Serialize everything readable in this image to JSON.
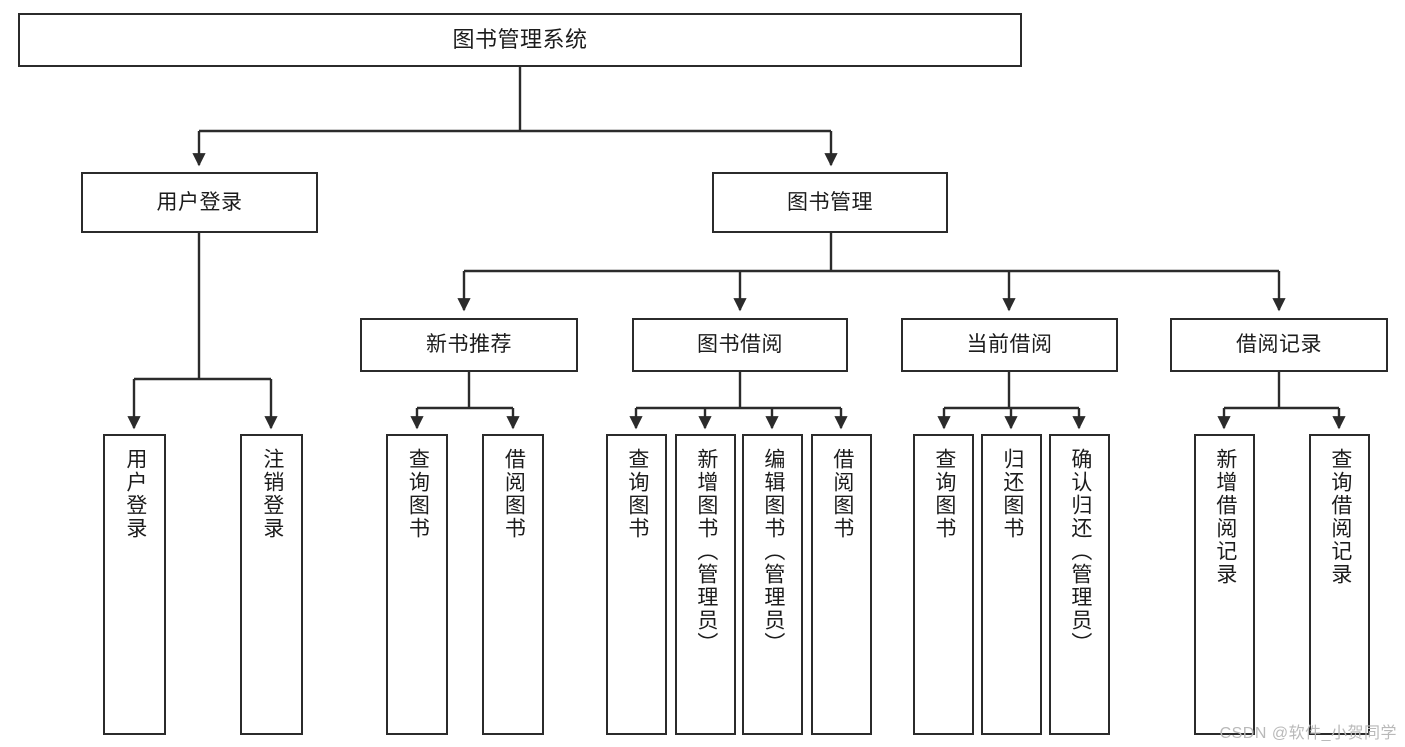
{
  "diagram": {
    "title": "图书管理系统",
    "watermark": "CSDN @软件_小贺同学",
    "type": "tree-hierarchy-diagram",
    "root": {
      "id": "root",
      "label": "图书管理系统"
    },
    "level2": [
      {
        "id": "user-login",
        "label": "用户登录"
      },
      {
        "id": "book-management",
        "label": "图书管理"
      }
    ],
    "level3": [
      {
        "id": "new-book-recommend",
        "label": "新书推荐",
        "parent": "book-management"
      },
      {
        "id": "book-borrow",
        "label": "图书借阅",
        "parent": "book-management"
      },
      {
        "id": "current-borrow",
        "label": "当前借阅",
        "parent": "book-management"
      },
      {
        "id": "borrow-record",
        "label": "借阅记录",
        "parent": "book-management"
      }
    ],
    "leaves": {
      "user_login": [
        {
          "id": "leaf-user-login",
          "label": "用户登录"
        },
        {
          "id": "leaf-user-logout",
          "label": "注销登录"
        }
      ],
      "new_book_recommend": [
        {
          "id": "leaf-query-book-1",
          "label": "查询图书"
        },
        {
          "id": "leaf-borrow-book-1",
          "label": "借阅图书"
        }
      ],
      "book_borrow": [
        {
          "id": "leaf-query-book-2",
          "label": "查询图书"
        },
        {
          "id": "leaf-add-book",
          "label": "新增图书（管理员）"
        },
        {
          "id": "leaf-edit-book",
          "label": "编辑图书（管理员）"
        },
        {
          "id": "leaf-borrow-book-2",
          "label": "借阅图书"
        }
      ],
      "current_borrow": [
        {
          "id": "leaf-query-book-3",
          "label": "查询图书"
        },
        {
          "id": "leaf-return-book",
          "label": "归还图书"
        },
        {
          "id": "leaf-confirm-return",
          "label": "确认归还（管理员）"
        }
      ],
      "borrow_record": [
        {
          "id": "leaf-add-record",
          "label": "新增借阅记录"
        },
        {
          "id": "leaf-query-record",
          "label": "查询借阅记录"
        }
      ]
    },
    "colors": {
      "stroke": "#2b2b2b",
      "fill": "#ffffff",
      "text": "#1c1c1c",
      "watermark": "#b9b9b9"
    }
  }
}
